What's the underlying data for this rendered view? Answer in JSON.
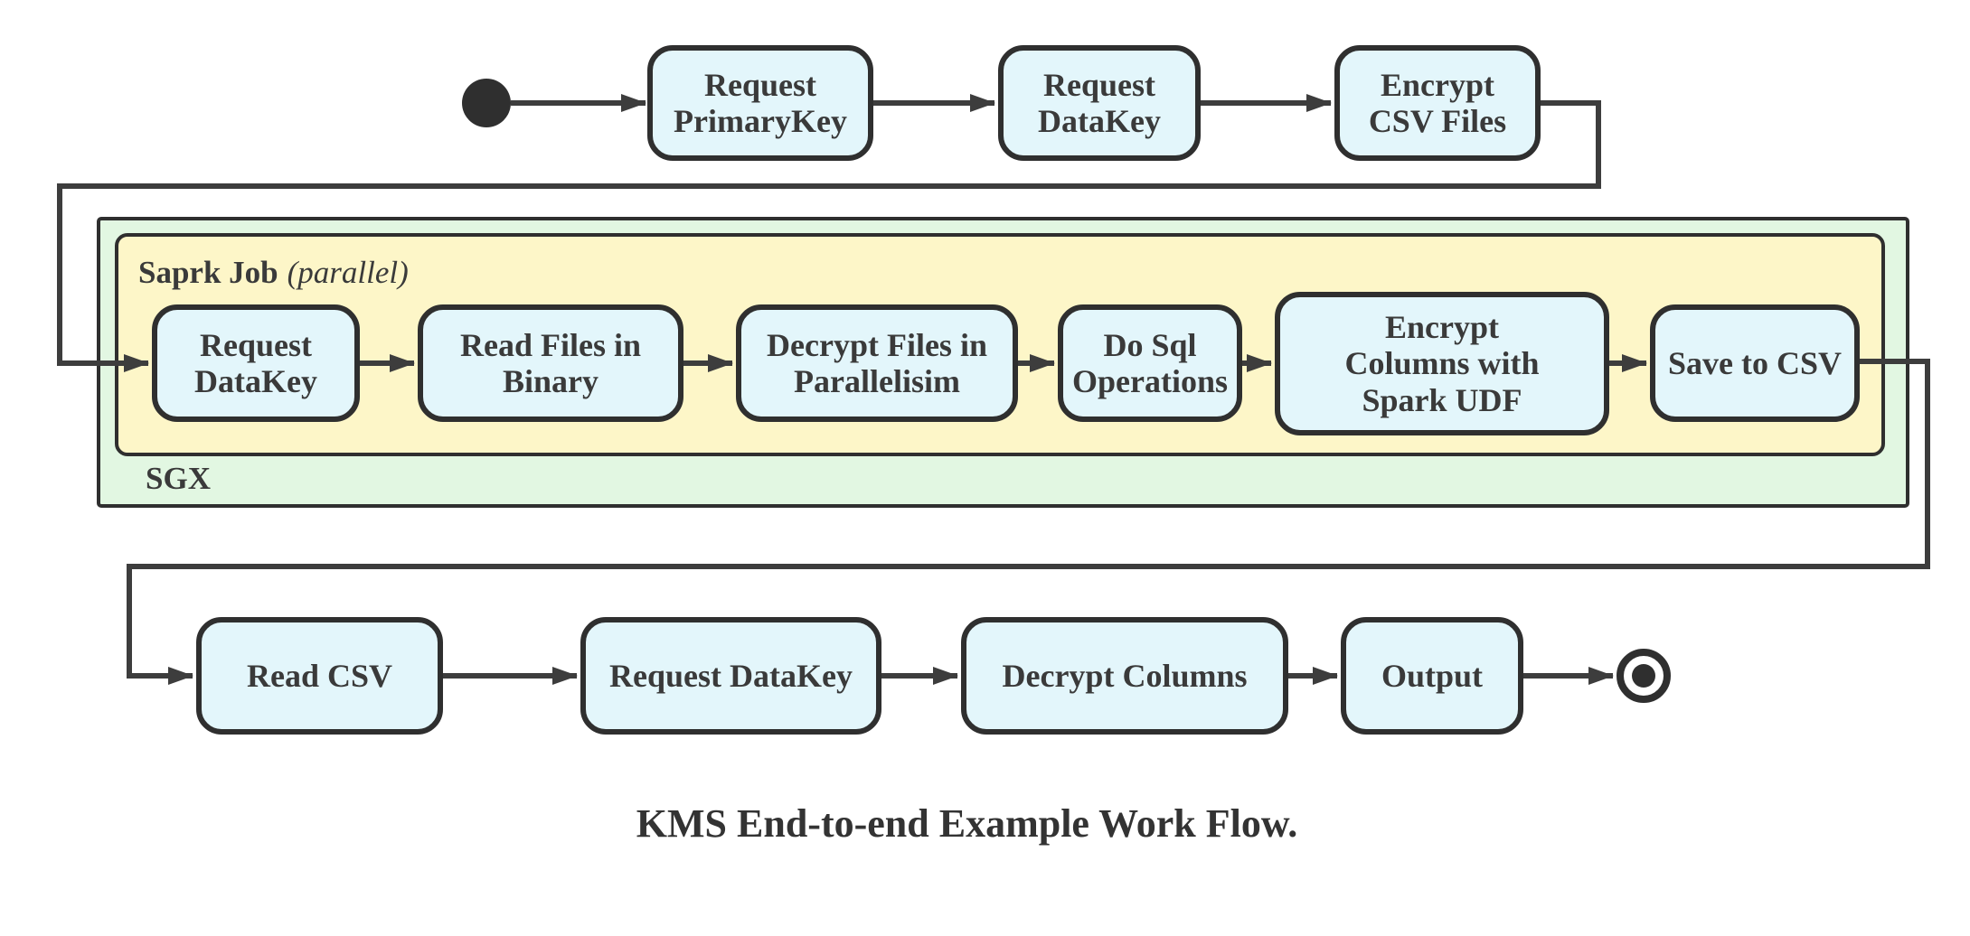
{
  "diagram": {
    "caption": "KMS End-to-end Example Work Flow.",
    "containers": {
      "sgx": {
        "label": "SGX"
      },
      "spark_job": {
        "title": "Saprk Job",
        "qualifier": "(parallel)"
      }
    },
    "nodes": {
      "top": [
        {
          "label": "Request PrimaryKey"
        },
        {
          "label": "Request DataKey"
        },
        {
          "label": "Encrypt CSV Files"
        }
      ],
      "spark": [
        {
          "label": "Request DataKey"
        },
        {
          "label": "Read Files in Binary"
        },
        {
          "label": "Decrypt Files in Parallelisim"
        },
        {
          "label": "Do Sql Operations"
        },
        {
          "label": "Encrypt Columns with Spark UDF"
        },
        {
          "label": "Save to CSV"
        }
      ],
      "bottom": [
        {
          "label": "Read CSV"
        },
        {
          "label": "Request DataKey"
        },
        {
          "label": "Decrypt Columns"
        },
        {
          "label": "Output"
        }
      ]
    },
    "edges": [
      {
        "from": "start",
        "to": "Request PrimaryKey"
      },
      {
        "from": "Request PrimaryKey",
        "to": "Request DataKey"
      },
      {
        "from": "Request DataKey",
        "to": "Encrypt CSV Files"
      },
      {
        "from": "Encrypt CSV Files",
        "to": "Request DataKey (Saprk Job)"
      },
      {
        "from": "Request DataKey (Saprk Job)",
        "to": "Read Files in Binary"
      },
      {
        "from": "Read Files in Binary",
        "to": "Decrypt Files in Parallelisim"
      },
      {
        "from": "Decrypt Files in Parallelisim",
        "to": "Do Sql Operations"
      },
      {
        "from": "Do Sql Operations",
        "to": "Encrypt Columns with Spark UDF"
      },
      {
        "from": "Encrypt Columns with Spark UDF",
        "to": "Save to CSV"
      },
      {
        "from": "Save to CSV",
        "to": "Read CSV"
      },
      {
        "from": "Read CSV",
        "to": "Request DataKey (final)"
      },
      {
        "from": "Request DataKey (final)",
        "to": "Decrypt Columns"
      },
      {
        "from": "Decrypt Columns",
        "to": "Output"
      },
      {
        "from": "Output",
        "to": "end"
      }
    ],
    "colors": {
      "node_fill": "#e3f6fb",
      "node_border": "#2f2f2f",
      "spark_fill": "#fdf6c8",
      "sgx_fill": "#e2f7e2",
      "edge": "#3d3d3d",
      "text": "#3a3a3a"
    }
  }
}
